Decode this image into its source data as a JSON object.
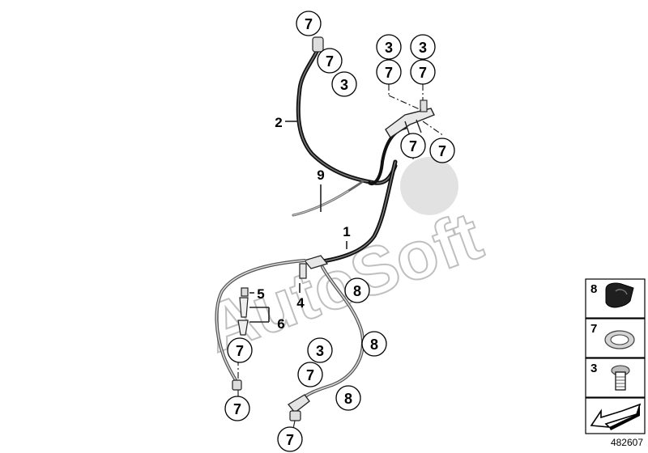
{
  "callouts": {
    "c_top": "7",
    "c_top_b": "7",
    "c_top_c": "3",
    "c_r1": "3",
    "c_r2": "3",
    "c_r3": "7",
    "c_r4": "7",
    "c_r5": "7",
    "c_r6": "7",
    "c_l1": "7",
    "c_l2": "7",
    "c_m1": "8",
    "c_m2": "8",
    "c_m3": "3",
    "c_m4": "7",
    "c_m5": "8",
    "c_m6": "7"
  },
  "labels": {
    "l1": "1",
    "l2": "2",
    "l4": "4",
    "l5": "5",
    "l6": "6",
    "l9": "9"
  },
  "legend": {
    "item_8": "8",
    "item_7": "7",
    "item_3": "3"
  },
  "watermark": "AutoSoft",
  "doc_number": "482607"
}
